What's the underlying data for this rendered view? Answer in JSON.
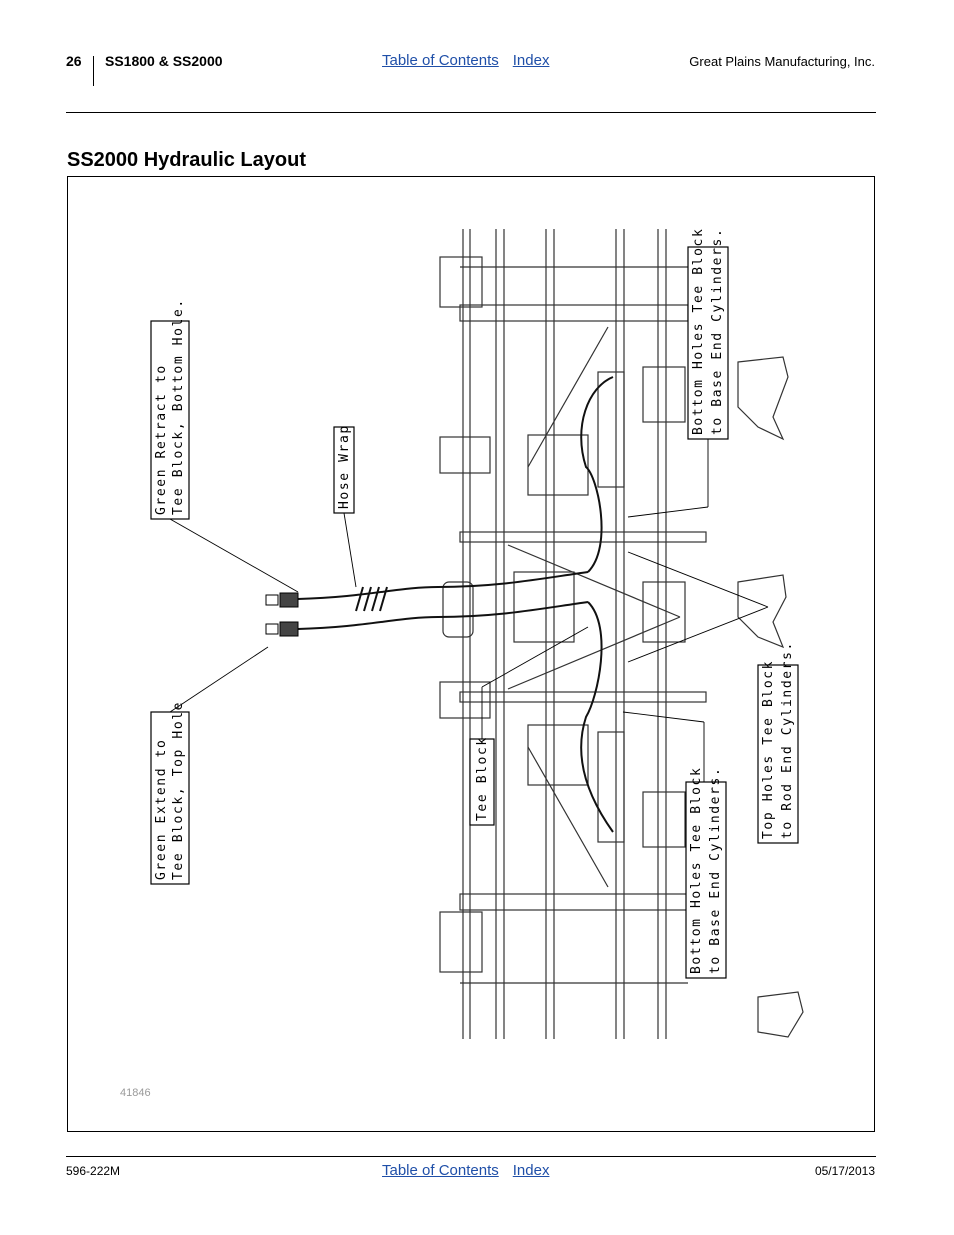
{
  "header": {
    "page_number": "26",
    "model": "SS1800 & SS2000",
    "toc_link": "Table of Contents",
    "index_link": "Index",
    "company": "Great Plains Manufacturing, Inc."
  },
  "title": "SS2000 Hydraulic Layout",
  "figure": {
    "number": "41846",
    "callouts": {
      "green_retract_1": "Green Retract to",
      "green_retract_2": "Tee Block, Bottom Hole.",
      "hose_wrap": "Hose Wrap",
      "green_extend_1": "Green Extend to",
      "green_extend_2": "Tee Block, Top Hole",
      "tee_block": "Tee Block",
      "bottom_top_1": "Bottom Holes Tee Block",
      "bottom_top_2": "to Base End Cylinders.",
      "top_holes_1": "Top Holes Tee Block",
      "top_holes_2": "to Rod End Cylinders.",
      "bottom_lower_1": "Bottom Holes Tee Block",
      "bottom_lower_2": "to Base End Cylinders."
    }
  },
  "footer": {
    "doc_number": "596-222M",
    "toc_link": "Table of Contents",
    "index_link": "Index",
    "date": "05/17/2013"
  }
}
